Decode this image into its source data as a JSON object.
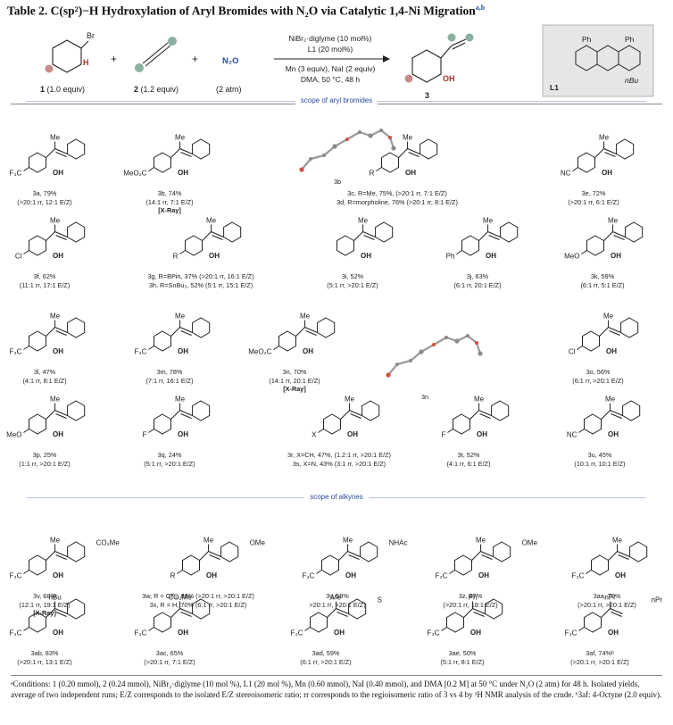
{
  "title": "Table 2. C(sp²)−H Hydroxylation of Aryl Bromides with N₂O via Catalytic 1,4-Ni Migration",
  "title_superscript": "a,b",
  "scheme": {
    "reagent1": {
      "label": "1",
      "equiv": "(1.0 equiv)",
      "atom_br": "Br",
      "atom_h": "H"
    },
    "reagent2": {
      "label": "2",
      "equiv": "(1.2 equiv)"
    },
    "gas": {
      "formula": "N₂O",
      "amount": "(2 atm)"
    },
    "plus": "+",
    "catalyst": "NiBr₂·diglyme (10 mol%)",
    "ligand_loading": "L1 (20 mol%)",
    "additives": "Mn (3 equiv), NaI (2 equiv)",
    "conditions": "DMA, 50 °C, 48 h",
    "product": {
      "label": "3",
      "oh": "OH"
    },
    "ligand_box": {
      "name": "L1",
      "ph1": "Ph",
      "ph2": "Ph",
      "nbu": "nBu"
    }
  },
  "sections": {
    "aryl": "scope of aryl bromides",
    "alkynes": "scope of alkynes"
  },
  "entries": [
    {
      "id": "3a",
      "line1": "3a, 79%",
      "line2": "(>20:1 rr, 12:1 E/Z)"
    },
    {
      "id": "3b",
      "line1": "3b, 74%",
      "line2": "(14:1 rr, 7:1 E/Z)",
      "line3": "[X-Ray]"
    },
    {
      "id": "3b-xray",
      "line1": "3b"
    },
    {
      "id": "3c",
      "line1": "3c, R=Me, 75%, (>20:1 rr, 7:1 E/Z)",
      "line2": "3d, R=morpholine, 76% (>20:1 rr, 8:1 E/Z)"
    },
    {
      "id": "3e",
      "line1": "3e, 72%",
      "line2": "(>20:1 rr, 6:1 E/Z)"
    },
    {
      "id": "3f",
      "line1": "3f, 62%",
      "line2": "(11:1 rr, 17:1 E/Z)"
    },
    {
      "id": "3g",
      "line1": "3g, R=BPin, 37% (>20:1 rr, 16:1 E/Z)",
      "line2": "3h, R=SnBu₃, 52% (5:1 rr, 15:1 E/Z)"
    },
    {
      "id": "3i",
      "line1": "3i, 52%",
      "line2": "(5:1 rr, >20:1 E/Z)"
    },
    {
      "id": "3j",
      "line1": "3j, 63%",
      "line2": "(6:1 rr, 20:1 E/Z)"
    },
    {
      "id": "3k",
      "line1": "3k, 59%",
      "line2": "(6:1 rr, 5:1 E/Z)"
    },
    {
      "id": "3l",
      "line1": "3l, 47%",
      "line2": "(4:1 rr, 8:1 E/Z)"
    },
    {
      "id": "3m",
      "line1": "3m, 78%",
      "line2": "(7:1 rr, 16:1 E/Z)"
    },
    {
      "id": "3n",
      "line1": "3n, 70%",
      "line2": "(14:1 rr, 20:1 E/Z)",
      "line3": "[X-Ray]"
    },
    {
      "id": "3n-xray",
      "line1": "3n"
    },
    {
      "id": "3o",
      "line1": "3o, 56%",
      "line2": "(6:1 rr, >20:1 E/Z)"
    },
    {
      "id": "3p",
      "line1": "3p, 25%",
      "line2": "(1:1 rr, >20:1 E/Z)"
    },
    {
      "id": "3q",
      "line1": "3q, 24%",
      "line2": "(5:1 rr, >20:1 E/Z)"
    },
    {
      "id": "3r",
      "line1": "3r, X=CH, 47%, (1.2:1 rr, >20:1 E/Z)",
      "line2": "3s, X=N, 43% (3:1 rr, >20:1 E/Z)"
    },
    {
      "id": "3t",
      "line1": "3t, 52%",
      "line2": "(4:1 rr, 6:1 E/Z)"
    },
    {
      "id": "3u",
      "line1": "3u, 45%",
      "line2": "(10:1 rr, 10:1 E/Z)"
    },
    {
      "id": "3v",
      "line1": "3v, 68%",
      "line2": "(12:1 rr, 19:1 E/Z)",
      "line3": "[X-Ray]"
    },
    {
      "id": "3w",
      "line1": "3w, R = CF₃, 80% (>20:1 rr, >20:1 E/Z)",
      "line2": "3x, R = H, 70% (6:1 rr, >20:1 E/Z)"
    },
    {
      "id": "3y",
      "line1": "3y, 58%",
      "line2": ">20:1 rr, >20:1 E/Z)"
    },
    {
      "id": "3z",
      "line1": "3z, 87%",
      "line2": "(>20:1 rr, 18:1 E/Z)"
    },
    {
      "id": "3aa",
      "line1": "3aa, 70%",
      "line2": "(>20:1 rr, >20:1 E/Z)"
    },
    {
      "id": "3ab",
      "line1": "3ab, 83%",
      "line2": "(>20:1 rr, 13:1 E/Z)"
    },
    {
      "id": "3ac",
      "line1": "3ac, 65%",
      "line2": "(>20:1 rr, 7:1 E/Z)"
    },
    {
      "id": "3ad",
      "line1": "3ad, 59%",
      "line2": "(6:1 rr, >20:1 E/Z)"
    },
    {
      "id": "3ae",
      "line1": "3ae, 50%",
      "line2": "(5:1 rr, 8:1 E/Z)"
    },
    {
      "id": "3af",
      "line1": "3af, 74%ᵇ",
      "line2": "(>20:1 rr, >20:1 E/Z)"
    }
  ],
  "atoms": {
    "me": "Me",
    "oh": "OH",
    "f3c": "F₃C",
    "meo2c": "MeO₂C",
    "nc": "NC",
    "cl": "Cl",
    "r": "R",
    "ph": "Ph",
    "meo": "MeO",
    "f": "F",
    "x": "X",
    "co2me": "CO₂Me",
    "ome": "OMe",
    "nhac": "NHAc",
    "nbu": "nBu",
    "npr": "nPr",
    "s": "S",
    "o": "O",
    "h": "H"
  },
  "footnote": "ᵃConditions: 1 (0.20 mmol), 2 (0.24 mmol), NiBr₂·diglyme (10 mol %), L1 (20 mol %), Mn (0.60 mmol), NaI (0.40 mmol), and DMA [0.2 M] at 50 °C under N₂O (2 atm) for 48 h. Isolated yields, average of two independent runs; E/Z corresponds to the isolated E/Z stereoisomeric ratio; rr corresponds to the regioisomeric ratio of 3 vs 4 by ¹H NMR analysis of the crude. ᵇ3af: 4-Octyne (2.0 equiv)."
}
